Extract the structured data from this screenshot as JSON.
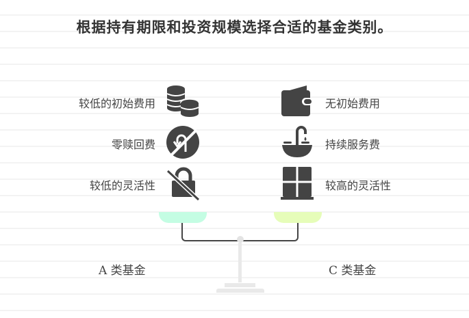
{
  "title": "根据持有期限和投资规模选择合适的基金类别。",
  "left": {
    "fund_label": "A 类基金",
    "pan_color": "#c4fde3",
    "items": [
      {
        "label": "较低的初始费用",
        "icon": "coins-stack-icon"
      },
      {
        "label": "零赎回费",
        "icon": "no-u-turn-icon"
      },
      {
        "label": "较低的灵活性",
        "icon": "lock-crossed-icon"
      }
    ]
  },
  "right": {
    "fund_label": "C 类基金",
    "pan_color": "#e6fdb9",
    "items": [
      {
        "label": "无初始费用",
        "icon": "wallet-icon"
      },
      {
        "label": "持续服务费",
        "icon": "sink-faucet-icon"
      },
      {
        "label": "较高的灵活性",
        "icon": "window-icon"
      }
    ]
  },
  "colors": {
    "icon": "#444444",
    "beam": "#444444",
    "stand": "#e9e9e9"
  }
}
